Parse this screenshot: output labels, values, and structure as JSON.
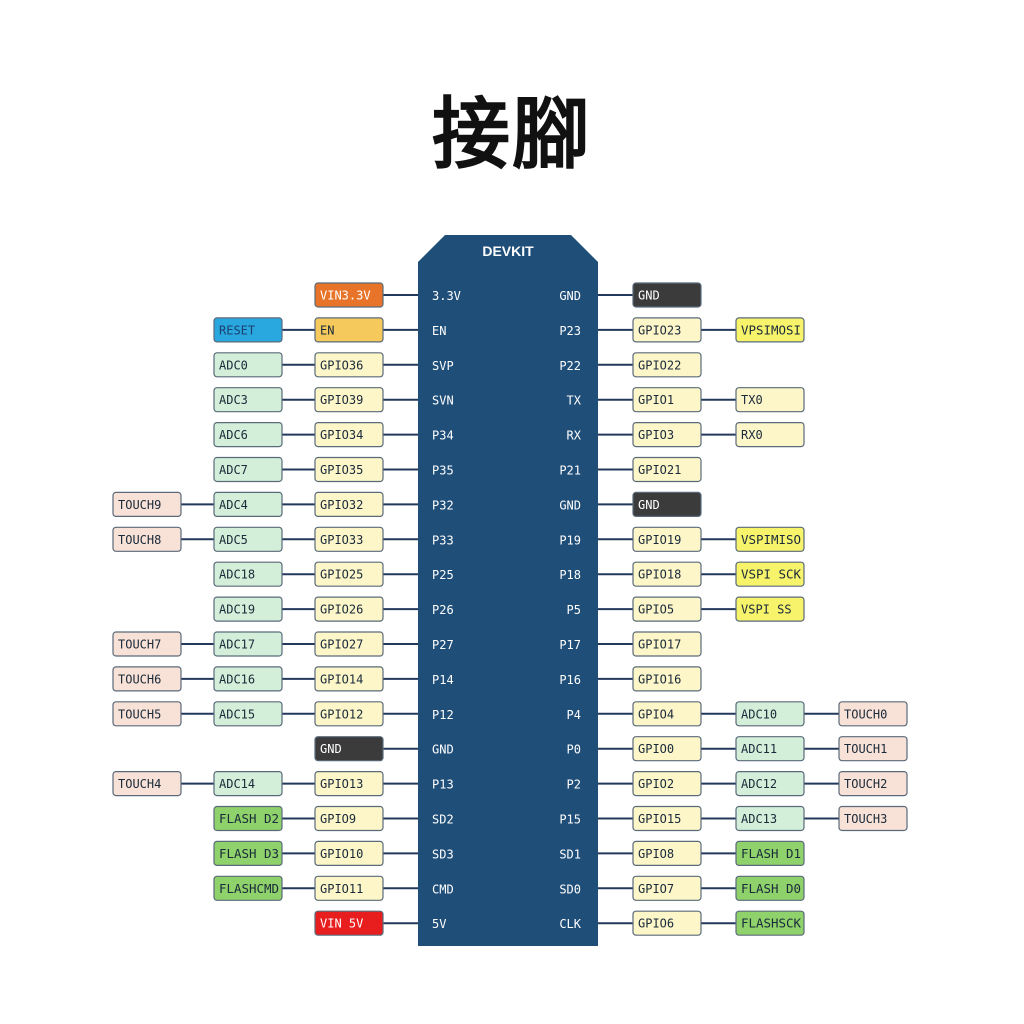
{
  "title": "接腳",
  "board": {
    "label": "DEVKIT"
  },
  "colors": {
    "board": "#1f4e79",
    "line": "#23395b",
    "power": "#e8742a",
    "reset": "#29a8e0",
    "en": "#f6c95c",
    "gpio": "#fcf6c9",
    "adc": "#d3efd9",
    "touch": "#f8e1d6",
    "gnd": "#3b3b3b",
    "vspi": "#f7f36b",
    "uart": "#fcf6c9",
    "flash": "#8fd16a",
    "vin5": "#e81e1e"
  },
  "left_pins": [
    {
      "pin": "3.3V",
      "labels": [
        {
          "text": "VIN3.3V",
          "kind": "power"
        }
      ]
    },
    {
      "pin": "EN",
      "labels": [
        {
          "text": "EN",
          "kind": "en"
        },
        {
          "text": "RESET",
          "kind": "reset"
        }
      ]
    },
    {
      "pin": "SVP",
      "labels": [
        {
          "text": "GPIO36",
          "kind": "gpio"
        },
        {
          "text": "ADC0",
          "kind": "adc"
        }
      ]
    },
    {
      "pin": "SVN",
      "labels": [
        {
          "text": "GPIO39",
          "kind": "gpio"
        },
        {
          "text": "ADC3",
          "kind": "adc"
        }
      ]
    },
    {
      "pin": "P34",
      "labels": [
        {
          "text": "GPIO34",
          "kind": "gpio"
        },
        {
          "text": "ADC6",
          "kind": "adc"
        }
      ]
    },
    {
      "pin": "P35",
      "labels": [
        {
          "text": "GPIO35",
          "kind": "gpio"
        },
        {
          "text": "ADC7",
          "kind": "adc"
        }
      ]
    },
    {
      "pin": "P32",
      "labels": [
        {
          "text": "GPIO32",
          "kind": "gpio"
        },
        {
          "text": "ADC4",
          "kind": "adc"
        },
        {
          "text": "TOUCH9",
          "kind": "touch"
        }
      ]
    },
    {
      "pin": "P33",
      "labels": [
        {
          "text": "GPIO33",
          "kind": "gpio"
        },
        {
          "text": "ADC5",
          "kind": "adc"
        },
        {
          "text": "TOUCH8",
          "kind": "touch"
        }
      ]
    },
    {
      "pin": "P25",
      "labels": [
        {
          "text": "GPIO25",
          "kind": "gpio"
        },
        {
          "text": "ADC18",
          "kind": "adc"
        }
      ]
    },
    {
      "pin": "P26",
      "labels": [
        {
          "text": "GPIO26",
          "kind": "gpio"
        },
        {
          "text": "ADC19",
          "kind": "adc"
        }
      ]
    },
    {
      "pin": "P27",
      "labels": [
        {
          "text": "GPIO27",
          "kind": "gpio"
        },
        {
          "text": "ADC17",
          "kind": "adc"
        },
        {
          "text": "TOUCH7",
          "kind": "touch"
        }
      ]
    },
    {
      "pin": "P14",
      "labels": [
        {
          "text": "GPIO14",
          "kind": "gpio"
        },
        {
          "text": "ADC16",
          "kind": "adc"
        },
        {
          "text": "TOUCH6",
          "kind": "touch"
        }
      ]
    },
    {
      "pin": "P12",
      "labels": [
        {
          "text": "GPIO12",
          "kind": "gpio"
        },
        {
          "text": "ADC15",
          "kind": "adc"
        },
        {
          "text": "TOUCH5",
          "kind": "touch"
        }
      ]
    },
    {
      "pin": "GND",
      "labels": [
        {
          "text": "GND",
          "kind": "gnd"
        }
      ]
    },
    {
      "pin": "P13",
      "labels": [
        {
          "text": "GPIO13",
          "kind": "gpio"
        },
        {
          "text": "ADC14",
          "kind": "adc"
        },
        {
          "text": "TOUCH4",
          "kind": "touch"
        }
      ]
    },
    {
      "pin": "SD2",
      "labels": [
        {
          "text": "GPIO9",
          "kind": "gpio"
        },
        {
          "text": "FLASH D2",
          "kind": "flash"
        }
      ]
    },
    {
      "pin": "SD3",
      "labels": [
        {
          "text": "GPIO10",
          "kind": "gpio"
        },
        {
          "text": "FLASH D3",
          "kind": "flash"
        }
      ]
    },
    {
      "pin": "CMD",
      "labels": [
        {
          "text": "GPIO11",
          "kind": "gpio"
        },
        {
          "text": "FLASHCMD",
          "kind": "flash"
        }
      ]
    },
    {
      "pin": "5V",
      "labels": [
        {
          "text": "VIN 5V",
          "kind": "vin5"
        }
      ]
    }
  ],
  "right_pins": [
    {
      "pin": "GND",
      "labels": [
        {
          "text": "GND",
          "kind": "gnd"
        }
      ]
    },
    {
      "pin": "P23",
      "labels": [
        {
          "text": "GPIO23",
          "kind": "gpio"
        },
        {
          "text": "VPSIMOSI",
          "kind": "vspi"
        }
      ]
    },
    {
      "pin": "P22",
      "labels": [
        {
          "text": "GPIO22",
          "kind": "gpio"
        }
      ]
    },
    {
      "pin": "TX",
      "labels": [
        {
          "text": "GPIO1",
          "kind": "gpio"
        },
        {
          "text": "TX0",
          "kind": "uart"
        }
      ]
    },
    {
      "pin": "RX",
      "labels": [
        {
          "text": "GPIO3",
          "kind": "gpio"
        },
        {
          "text": "RX0",
          "kind": "uart"
        }
      ]
    },
    {
      "pin": "P21",
      "labels": [
        {
          "text": "GPIO21",
          "kind": "gpio"
        }
      ]
    },
    {
      "pin": "GND",
      "labels": [
        {
          "text": "GND",
          "kind": "gnd"
        }
      ]
    },
    {
      "pin": "P19",
      "labels": [
        {
          "text": "GPIO19",
          "kind": "gpio"
        },
        {
          "text": "VSPIMISO",
          "kind": "vspi"
        }
      ]
    },
    {
      "pin": "P18",
      "labels": [
        {
          "text": "GPIO18",
          "kind": "gpio"
        },
        {
          "text": "VSPI SCK",
          "kind": "vspi"
        }
      ]
    },
    {
      "pin": "P5",
      "labels": [
        {
          "text": "GPIO5",
          "kind": "gpio"
        },
        {
          "text": "VSPI SS",
          "kind": "vspi"
        }
      ]
    },
    {
      "pin": "P17",
      "labels": [
        {
          "text": "GPIO17",
          "kind": "gpio"
        }
      ]
    },
    {
      "pin": "P16",
      "labels": [
        {
          "text": "GPIO16",
          "kind": "gpio"
        }
      ]
    },
    {
      "pin": "P4",
      "labels": [
        {
          "text": "GPIO4",
          "kind": "gpio"
        },
        {
          "text": "ADC10",
          "kind": "adc"
        },
        {
          "text": "TOUCH0",
          "kind": "touch"
        }
      ]
    },
    {
      "pin": "P0",
      "labels": [
        {
          "text": "GPIO0",
          "kind": "gpio"
        },
        {
          "text": "ADC11",
          "kind": "adc"
        },
        {
          "text": "TOUCH1",
          "kind": "touch"
        }
      ]
    },
    {
      "pin": "P2",
      "labels": [
        {
          "text": "GPIO2",
          "kind": "gpio"
        },
        {
          "text": "ADC12",
          "kind": "adc"
        },
        {
          "text": "TOUCH2",
          "kind": "touch"
        }
      ]
    },
    {
      "pin": "P15",
      "labels": [
        {
          "text": "GPIO15",
          "kind": "gpio"
        },
        {
          "text": "ADC13",
          "kind": "adc"
        },
        {
          "text": "TOUCH3",
          "kind": "touch"
        }
      ]
    },
    {
      "pin": "SD1",
      "labels": [
        {
          "text": "GPIO8",
          "kind": "gpio"
        },
        {
          "text": "FLASH D1",
          "kind": "flash"
        }
      ]
    },
    {
      "pin": "SD0",
      "labels": [
        {
          "text": "GPIO7",
          "kind": "gpio"
        },
        {
          "text": "FLASH D0",
          "kind": "flash"
        }
      ]
    },
    {
      "pin": "CLK",
      "labels": [
        {
          "text": "GPIO6",
          "kind": "gpio"
        },
        {
          "text": "FLASHSCK",
          "kind": "flash"
        }
      ]
    }
  ]
}
